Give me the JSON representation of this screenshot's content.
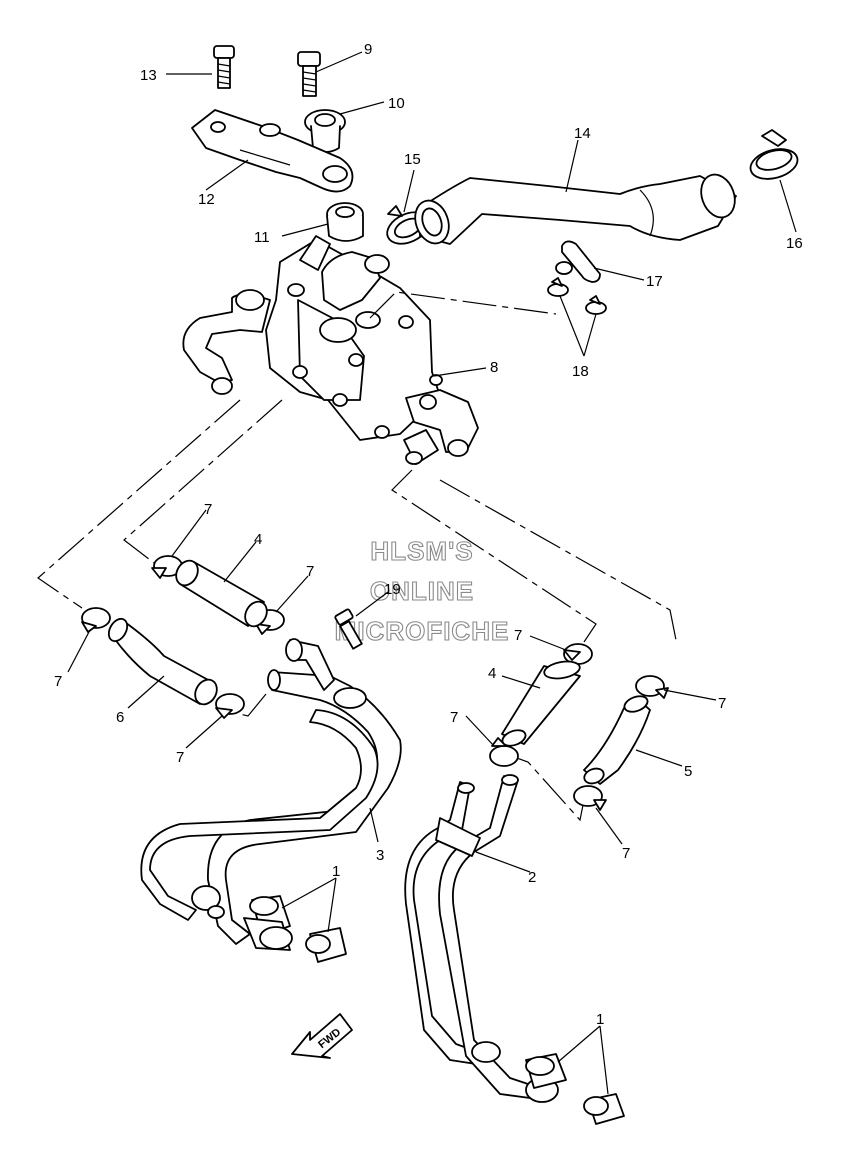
{
  "watermark": {
    "line1": "HLSM'S",
    "line2": "ONLINE",
    "line3": "MICROFICHE"
  },
  "fwd_label": "FWD",
  "callouts": [
    {
      "id": "c1a",
      "text": "1"
    },
    {
      "id": "c1b",
      "text": "1"
    },
    {
      "id": "c2",
      "text": "2"
    },
    {
      "id": "c3",
      "text": "3"
    },
    {
      "id": "c4a",
      "text": "4"
    },
    {
      "id": "c4b",
      "text": "4"
    },
    {
      "id": "c5",
      "text": "5"
    },
    {
      "id": "c6",
      "text": "6"
    },
    {
      "id": "c7a",
      "text": "7"
    },
    {
      "id": "c7b",
      "text": "7"
    },
    {
      "id": "c7c",
      "text": "7"
    },
    {
      "id": "c7d",
      "text": "7"
    },
    {
      "id": "c7e",
      "text": "7"
    },
    {
      "id": "c7f",
      "text": "7"
    },
    {
      "id": "c7g",
      "text": "7"
    },
    {
      "id": "c7h",
      "text": "7"
    },
    {
      "id": "c8",
      "text": "8"
    },
    {
      "id": "c9",
      "text": "9"
    },
    {
      "id": "c10",
      "text": "10"
    },
    {
      "id": "c11",
      "text": "11"
    },
    {
      "id": "c12",
      "text": "12"
    },
    {
      "id": "c13",
      "text": "13"
    },
    {
      "id": "c14",
      "text": "14"
    },
    {
      "id": "c15",
      "text": "15"
    },
    {
      "id": "c16",
      "text": "16"
    },
    {
      "id": "c17",
      "text": "17"
    },
    {
      "id": "c18",
      "text": "18"
    },
    {
      "id": "c19",
      "text": "19"
    }
  ]
}
